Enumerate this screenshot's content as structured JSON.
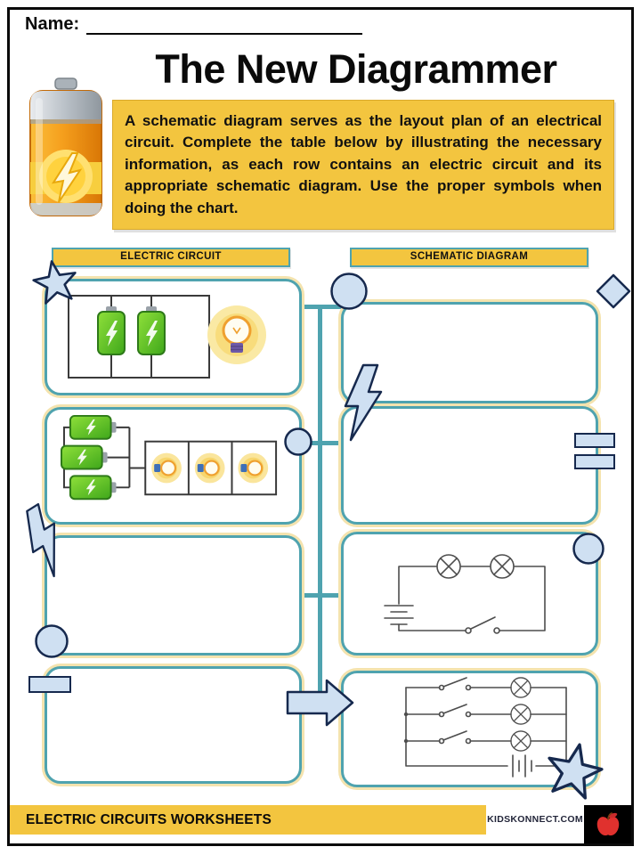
{
  "page": {
    "name_label": "Name:",
    "title": "The New Diagrammer",
    "instructions": "A schematic diagram serves as the layout plan of an electrical circuit. Complete the table below by illustrating the necessary information, as each row contains an electric circuit and its appropriate schematic diagram. Use the proper symbols when doing the chart."
  },
  "table": {
    "left_header": "ELECTRIC CIRCUIT",
    "right_header": "SCHEMATIC DIAGRAM",
    "rows": [
      {
        "electric_circuit": "Two batteries connected in parallel with one light bulb",
        "schematic_diagram": ""
      },
      {
        "electric_circuit": "Three batteries connected to three light bulbs in series",
        "schematic_diagram": ""
      },
      {
        "electric_circuit": "",
        "schematic_diagram": "Series circuit: battery, two lamps, open switch"
      },
      {
        "electric_circuit": "",
        "schematic_diagram": "Parallel circuit: battery with three branches, each with a switch and a lamp"
      }
    ]
  },
  "decorations": {
    "shapes": [
      "star",
      "circle",
      "diamond",
      "lightning-bolt",
      "rectangle",
      "arrow-right"
    ]
  },
  "footer": {
    "banner": "ELECTRIC CIRCUITS WORKSHEETS",
    "brand": "KIDSKONNECT.COM"
  },
  "colors": {
    "gold": "#F3C53F",
    "teal": "#4FA3AF",
    "shape_fill": "#CFE0F2",
    "shape_stroke": "#16294E"
  }
}
